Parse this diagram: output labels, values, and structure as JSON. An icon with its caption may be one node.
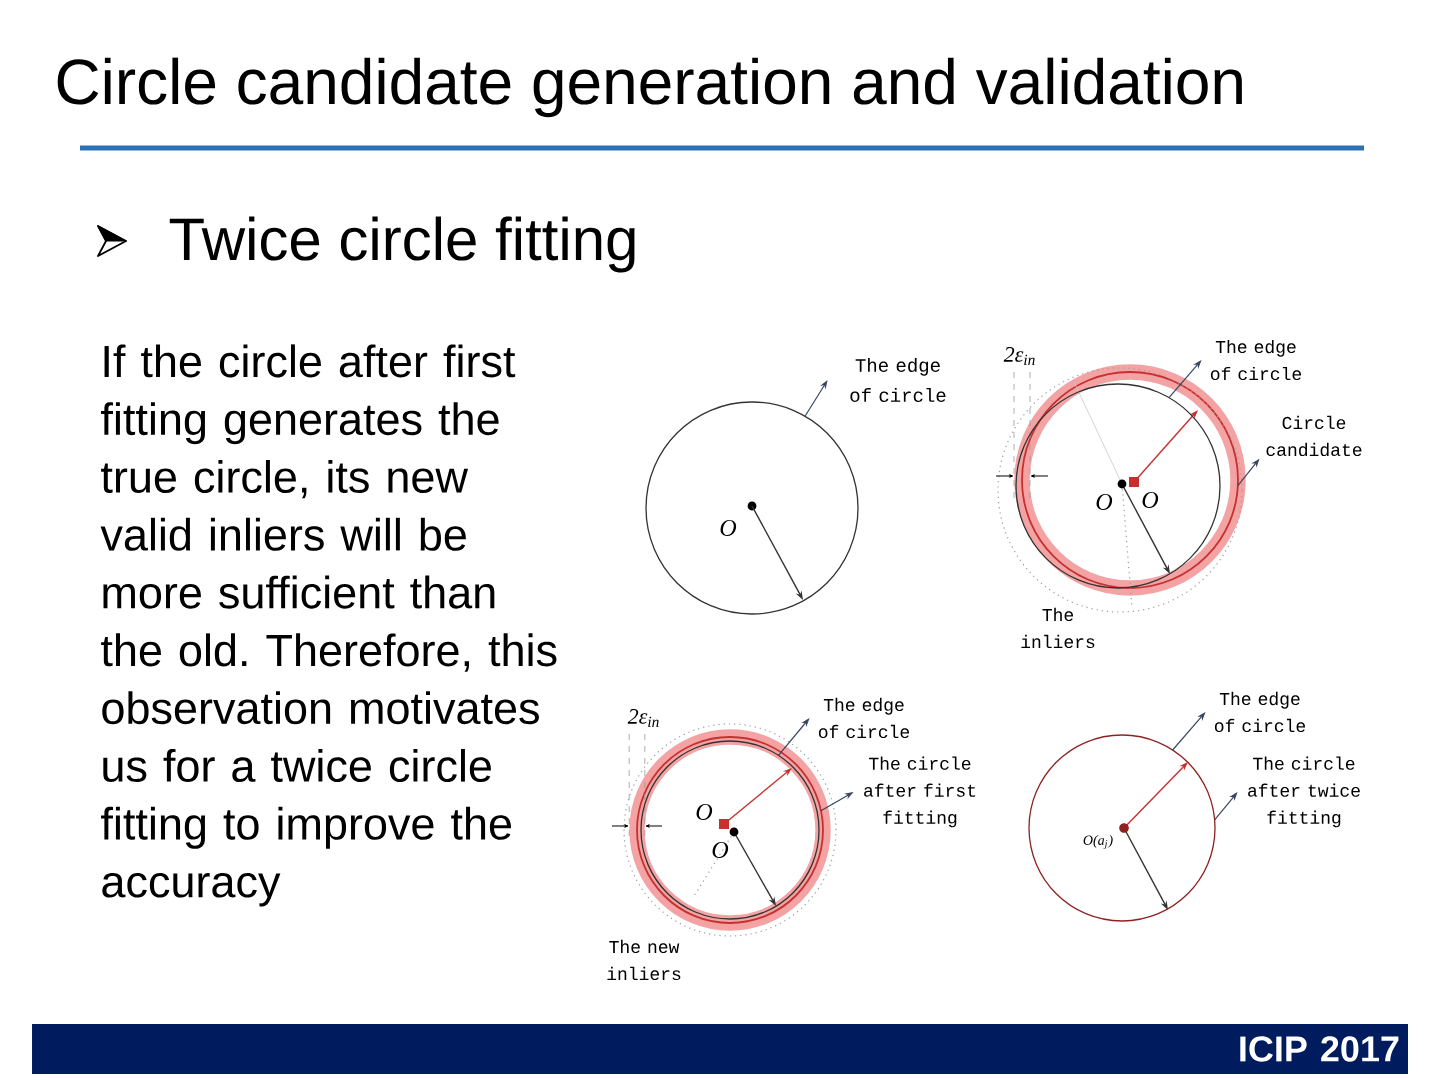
{
  "diagram": {
    "title": "Circle candidate generation and validation",
    "nodes": [
      {
        "text": [
          "The edge of circle"
        ]
      },
      {
        "text": [],
        "shape": "circle"
      },
      {
        "text": [
          "The edge of circle"
        ]
      },
      {
        "text": [
          "Circle candidate"
        ]
      },
      {
        "text": [],
        "shape": "circle"
      },
      {
        "text": [],
        "shape": "circle"
      },
      {
        "text": [
          "The edge of circle"
        ]
      },
      {
        "text": [
          "The circle after first fitting"
        ]
      },
      {
        "text": [],
        "shape": "circle"
      },
      {
        "text": [],
        "shape": "circle"
      },
      {
        "text": [
          "The edge of circle"
        ]
      },
      {
        "text": [
          "The circle after twice fitting"
        ]
      },
      {
        "text": [],
        "shape": "circle"
      },
      {
        "text": [
          "ICIP 2017"
        ]
      }
    ],
    "edges": [
      {
        "from": 1,
        "to": 0,
        "arrow": "to"
      },
      {
        "from": 4,
        "to": 2,
        "arrow": "to"
      },
      {
        "from": 5,
        "to": 3,
        "arrow": "to"
      },
      {
        "from": 8,
        "to": 6,
        "arrow": "to"
      },
      {
        "from": 9,
        "to": 7,
        "arrow": "to"
      },
      {
        "from": 12,
        "to": 10,
        "arrow": "to"
      },
      {
        "from": 12,
        "to": 11,
        "arrow": "to"
      }
    ],
    "labels": [
      "Twice circle fitting",
      "If the circle after first fitting generates the true circle, its new valid inliers will be more sufficient than the old. Therefore, this observation motivates us for a twice circle fitting to improve the accuracy",
      "O",
      "2ε$_{in}$",
      "O",
      "O",
      "The inliers",
      "2ε$_{in}$",
      "O",
      "O",
      "The new inliers",
      "O(a$_{j}$)"
    ]
  }
}
